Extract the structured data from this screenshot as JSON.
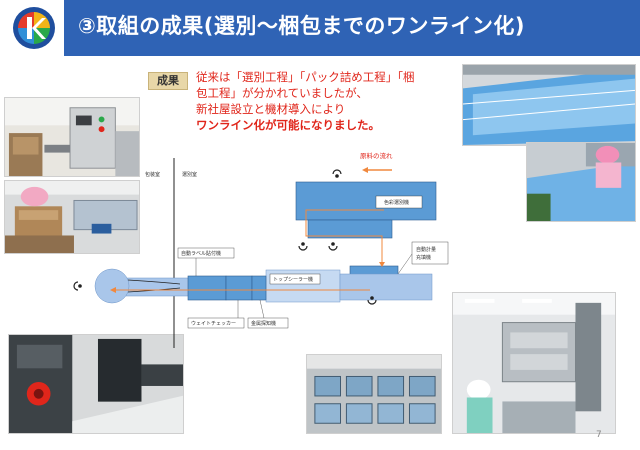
{
  "header": {
    "title": "③取組の成果(選別～梱包までのワンライン化)"
  },
  "result": {
    "tag": "成果",
    "line1": "従来は「選別工程」「パック詰め工程」「梱",
    "line2": "包工程」が分かれていましたが、",
    "line3": "新社屋設立と機材導入により",
    "line4_red": "ワンライン化が可能",
    "line4_rest": "になりました。"
  },
  "diagram": {
    "left_room": "包装室",
    "right_room": "選別室",
    "flow_label": "原料の流れ",
    "color_sorter": "色彩選別機",
    "auto_weigher": "自動計量\n充填機",
    "auto_weigher_l1": "自動計量",
    "auto_weigher_l2": "充填機",
    "tray_sealer": "トップシーラー機",
    "label_applicator": "自動ラベル貼付機",
    "weight_checker": "ウェイトチェッカー",
    "metal_detector": "金属探知機"
  },
  "page": {
    "number": "7"
  },
  "colors": {
    "header_blue": "#2f63b5",
    "accent_red": "#e0261b",
    "machine_blue": "#5b9bd5",
    "conveyor_blue": "#a9c6ea",
    "flow_orange": "#f0883e"
  }
}
